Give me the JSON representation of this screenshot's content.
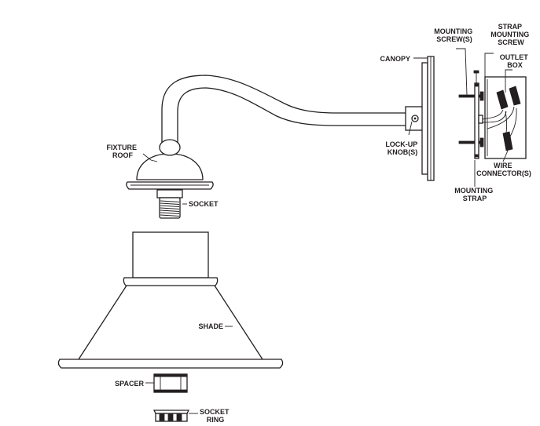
{
  "colors": {
    "line": "#231f20",
    "background": "#ffffff"
  },
  "labels": {
    "mounting_screws": [
      "MOUNTING",
      "SCREW(S)"
    ],
    "strap_mounting_screw": [
      "STRAP",
      "MOUNTING",
      "SCREW"
    ],
    "outlet_box": [
      "OUTLET",
      "BOX"
    ],
    "canopy": "CANOPY",
    "lock_up_knobs": [
      "LOCK-UP",
      "KNOB(S)"
    ],
    "fixture_roof": [
      "FIXTURE",
      "ROOF"
    ],
    "wire_connectors": [
      "WIRE",
      "CONNECTOR(S)"
    ],
    "mounting_strap": [
      "MOUNTING",
      "STRAP"
    ],
    "socket": "SOCKET",
    "shade": "SHADE",
    "spacer": "SPACER",
    "socket_ring": [
      "SOCKET",
      "RING"
    ]
  }
}
